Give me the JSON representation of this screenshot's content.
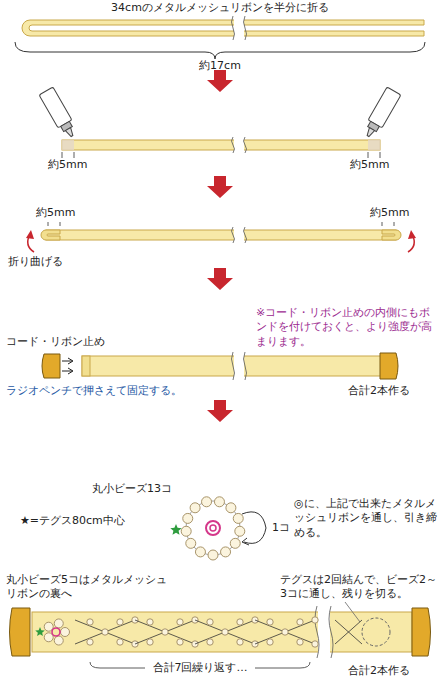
{
  "diagram": {
    "labels": [
      "34cmのメタルメッシュリボンを半分に折る",
      "約17cm",
      "約5mm",
      "約5mm",
      "約5mm",
      "約5mm",
      "折り曲げる",
      "※コード・リボン止めの内側にもボンドを付けておくと、より強度が高まります。",
      "コード・リボン止め",
      "ラジオペンチで押さえて固定する。",
      "合計2本作る",
      "丸小ビーズ13コ",
      "★=テグス80cm中心",
      "1コ",
      "◎に、上記で出来たメタルメッシュリボンを通し、引き締める。",
      "丸小ビーズ5コはメタルメッシュリボンの裏へ",
      "テグスは2回結んで、ビーズ2～3コに通し、残りを切る。",
      "合計7回繰り返す…",
      "合計2本作る"
    ]
  }
}
